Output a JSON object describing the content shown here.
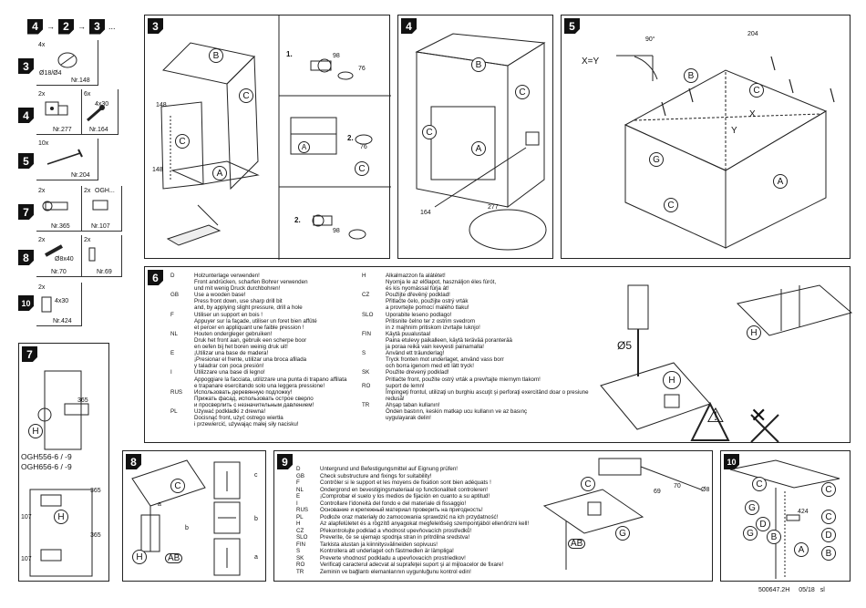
{
  "overview": {
    "steps": [
      "4",
      "2",
      "3"
    ],
    "ellipsis": "..."
  },
  "parts": [
    {
      "step": "3",
      "qty": "4x",
      "dim": "Ø18/Ø4",
      "nr": "Nr.148",
      "icon": "cam-disc-icon"
    },
    {
      "step": "4",
      "qty": "2x",
      "nr": "Nr.277",
      "icon": "corner-bracket-icon",
      "qty2": "6x",
      "dim2": "4x30",
      "nr2": "Nr.164",
      "icon2": "screw-icon"
    },
    {
      "step": "5",
      "qty": "10x",
      "nr": "Nr.204",
      "icon": "nail-icon"
    },
    {
      "step": "7",
      "qty": "2x",
      "nr": "Nr.365",
      "icon": "hinge-icon",
      "qty2": "2x",
      "code2": "OGH...",
      "nr2": "Nr.107",
      "icon2": "hinge-plate-icon"
    },
    {
      "step": "8",
      "qty": "2x",
      "dim": "Ø8x40",
      "nr": "Nr.70",
      "icon": "dowel-icon",
      "qty2": "2x",
      "nr2": "Nr.69",
      "icon2": "peg-icon"
    },
    {
      "step": "10",
      "qty": "2x",
      "dim": "4x30",
      "nr": "Nr.424",
      "icon": "shelf-support-icon"
    }
  ],
  "step3": {
    "num": "3",
    "labels": {
      "b": "B",
      "c": "C",
      "c2": "C",
      "a": "A"
    },
    "n148a": "148",
    "n148b": "148",
    "sub1": "1.",
    "n98": "98",
    "n76": "76",
    "sub2": "2.",
    "n98b": "98",
    "subc": "C",
    "suba": "A",
    "sub2b": "2.",
    "n76b": "76"
  },
  "step4": {
    "num": "4",
    "b": "B",
    "c": "C",
    "c2": "C",
    "a": "A",
    "n164": "164",
    "n277": "277"
  },
  "step5": {
    "num": "5",
    "xy": "X=Y",
    "angle": "90°",
    "x": "X",
    "y": "Y",
    "b": "B",
    "c": "C",
    "g": "G",
    "a": "A",
    "c2": "C",
    "n204": "204"
  },
  "step6": {
    "num": "6",
    "col1": [
      [
        "D",
        "Holzunterlage verwenden!"
      ],
      [
        "",
        "Front andrücken, scharfen Bohrer verwenden"
      ],
      [
        "",
        "und mit wenig Druck durchbohren!"
      ],
      [
        "GB",
        "Use a wooden base!"
      ],
      [
        "",
        "Press front down, use sharp drill bit"
      ],
      [
        "",
        "and, by applying slight pressure, drill a hole"
      ],
      [
        "F",
        "Utiliser un support en bois !"
      ],
      [
        "",
        "Appuyer sur la façade, utiliser un foret bien affûté"
      ],
      [
        "",
        "et percer en appliquant une faible pression !"
      ],
      [
        "NL",
        "Houten ondergleger gebruiken!"
      ],
      [
        "",
        "Druk het front aan, gebruik een scherpe boor"
      ],
      [
        "",
        "en oefen bij het boren weinig druk uit!"
      ],
      [
        "E",
        "¡Utilizar una base de madera!"
      ],
      [
        "",
        "¡Presionar el frente, utilizar una broca afilada"
      ],
      [
        "",
        "y taladrar con poca presión!"
      ],
      [
        "I",
        "Utilizzare una base di legno!"
      ],
      [
        "",
        "Appoggiare la facciata, utilizzare una punta di trapano affilata"
      ],
      [
        "",
        "e trapanare esercitando solo una leggera pressione!"
      ],
      [
        "RUS",
        "Использовать деревянную подложку!"
      ],
      [
        "",
        "Прижать фасад, использовать острое сверло"
      ],
      [
        "",
        "и просверлить с незначительным давлением!"
      ],
      [
        "PL",
        "Używać podkładki z drewna!"
      ],
      [
        "",
        "Docisnąć front, użyć ostrego wiertła"
      ],
      [
        "",
        "i przewiercić, używając małej siły nacisku!"
      ]
    ],
    "col2": [
      [
        "H",
        "Alkalmazzon fa alátétet!"
      ],
      [
        "",
        "Nyomja le az előlapot, használjon éles fúrót,"
      ],
      [
        "",
        "és kis nyomással fúrja át!"
      ],
      [
        "CZ",
        "Použijte dřevěný podklad!"
      ],
      [
        "",
        "Přitlačte čelo, použijte ostrý vrták"
      ],
      [
        "",
        "a provrtejte pomocí malého tlaku!"
      ],
      [
        "SLO",
        "Uporabite leseno podlago!"
      ],
      [
        "",
        "Pritisnite čelno ter z ostrim svedrom"
      ],
      [
        "",
        "in z majhnim pritiskom izvrtajte luknjo!"
      ],
      [
        "FIN",
        "Käytä puualustaa!"
      ],
      [
        "",
        "Paina etulevy paikalleen, käytä terävää poranterää"
      ],
      [
        "",
        "ja poraa reikä vain kevyesti painamalla!"
      ],
      [
        "S",
        "Använd ett träunderlag!"
      ],
      [
        "",
        "Tryck fronten mot underlaget, använd vass borr"
      ],
      [
        "",
        "och borra igenom med ett lätt tryck!"
      ],
      [
        "SK",
        "Použite drevený podklad!"
      ],
      [
        "",
        "Pritlačte front, použite ostrý vrták a prevŕtajte miernym tlakom!"
      ],
      [
        "RO",
        "suport de lemn!"
      ],
      [
        "",
        "Împingeţi frontul, utilizaţi un burghiu ascuţit şi perforaţi exercitând doar o presiune redusă!"
      ],
      [
        "TR",
        "Ahşap taban kullanın!"
      ],
      [
        "",
        "Önden bastırın, keskin matkap ucu kullanın ve az basınç"
      ],
      [
        "",
        "uygulayarak delin!"
      ]
    ],
    "d5": "Ø5",
    "h": "H",
    "h2": "H"
  },
  "step7": {
    "num": "7",
    "n365": "365",
    "h": "H",
    "code1": "OGH556-6 / -9",
    "code2": "OGH656-6 / -9",
    "n365b": "365",
    "n107": "107",
    "n365c": "365",
    "n107b": "107",
    "h2": "H"
  },
  "step8": {
    "num": "8",
    "c": "C",
    "a": "a",
    "b": "b",
    "h": "H",
    "ab": "AB",
    "lc": "c",
    "lb": "b",
    "la": "a"
  },
  "step9": {
    "num": "9",
    "lines": [
      [
        "D",
        "Untergrund und Befestigungsmittel auf Eignung prüfen!"
      ],
      [
        "GB",
        "Check substructure and fixings for suitability!"
      ],
      [
        "F",
        "Contrôler si le support et les moyens de fixation sont bien adéquats !"
      ],
      [
        "NL",
        "Ondergrond en bevestigingsmateriaal op functionaliteit controleren!"
      ],
      [
        "E",
        "¡Comprobar el suelo y los medios de fijación en cuanto a su aptitud!"
      ],
      [
        "I",
        "Controllare l'idoneità del fondo e del materiale di fissaggio!"
      ],
      [
        "RUS",
        "Основание и крепежный материал проверить на пригодность!"
      ],
      [
        "PL",
        "Podłoże oraz materiały do zamocowania sprawdzić na ich przydatność!"
      ],
      [
        "H",
        "Az alapfelületet és a rögzítő anyagokat megfelelőség szempontjából ellenőrizni kell!"
      ],
      [
        "CZ",
        "Překontrolujte podklad a vhodnost upevňovacích prostředků!"
      ],
      [
        "SLO",
        "Preverite, če se ujemajo spodnja stran in pritrdilna sredstva!"
      ],
      [
        "FIN",
        "Tarkista alustan ja kiinnitysvälineiden sopivuus!"
      ],
      [
        "S",
        "Kontrollera att underlaget och fästmedlen är lämpliga!"
      ],
      [
        "SK",
        "Preverte vhodnosť podkladu a upevňovacích prostriedkov!"
      ],
      [
        "RO",
        "Verificaţi caracterul adecvat al suprafeţei suport şi al mijloacelor de fixare!"
      ],
      [
        "TR",
        "Zeminin ve bağlantı elemanlarının uygunluğunu kontrol edin!"
      ]
    ],
    "c": "C",
    "n69": "69",
    "n70": "70",
    "d8": "Ø8",
    "g": "G",
    "ab": "AB"
  },
  "step10": {
    "num": "10",
    "c": "C",
    "c2": "C",
    "g": "G",
    "d": "D",
    "b": "B",
    "n424": "424",
    "c3": "C",
    "g2": "G",
    "d2": "D",
    "a": "A",
    "b2": "B"
  },
  "footer": {
    "code": "500647.2H",
    "date": "05/18",
    "suffix": "sl"
  }
}
